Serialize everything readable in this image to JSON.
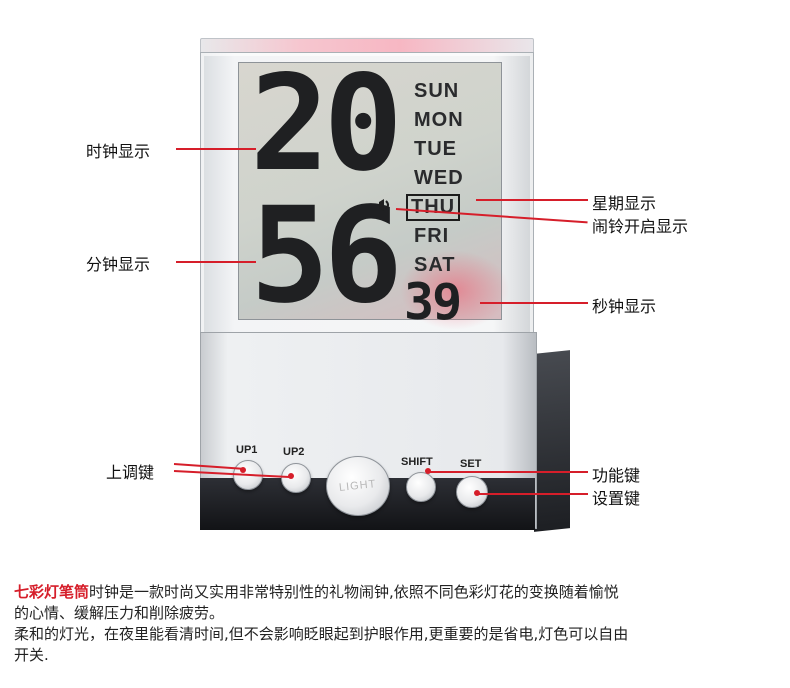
{
  "device": {
    "hours": "20",
    "minutes": "56",
    "seconds": "39",
    "days": [
      "SUN",
      "MON",
      "TUE",
      "WED",
      "THU",
      "FRI",
      "SAT"
    ],
    "highlighted_day": "THU",
    "alarm_icon": "bell-icon",
    "buttons": {
      "up1": "UP1",
      "up2": "UP2",
      "light": "LIGHT",
      "shift": "SHIFT",
      "set": "SET"
    }
  },
  "annotations": {
    "clock_display": "时钟显示",
    "minute_display": "分钟显示",
    "week_display": "星期显示",
    "alarm_on_display": "闹铃开启显示",
    "second_display": "秒钟显示",
    "up_keys": "上调键",
    "function_key": "功能键",
    "set_key": "设置键"
  },
  "caption": {
    "brand": "七彩灯笔筒",
    "line1_rest": "时钟是一款时尚又实用非常特别性的礼物闹钟,依照不同色彩灯花的变换随着愉悦",
    "line2": "的心情、缓解压力和削除疲劳。",
    "line3": "柔和的灯光，在夜里能看清时间,但不会影响眨眼起到护眼作用,更重要的是省电,灯色可以自由",
    "line4": "开关."
  },
  "colors": {
    "annotation_line": "#d61e2a",
    "brand_text": "#d61e2a"
  }
}
